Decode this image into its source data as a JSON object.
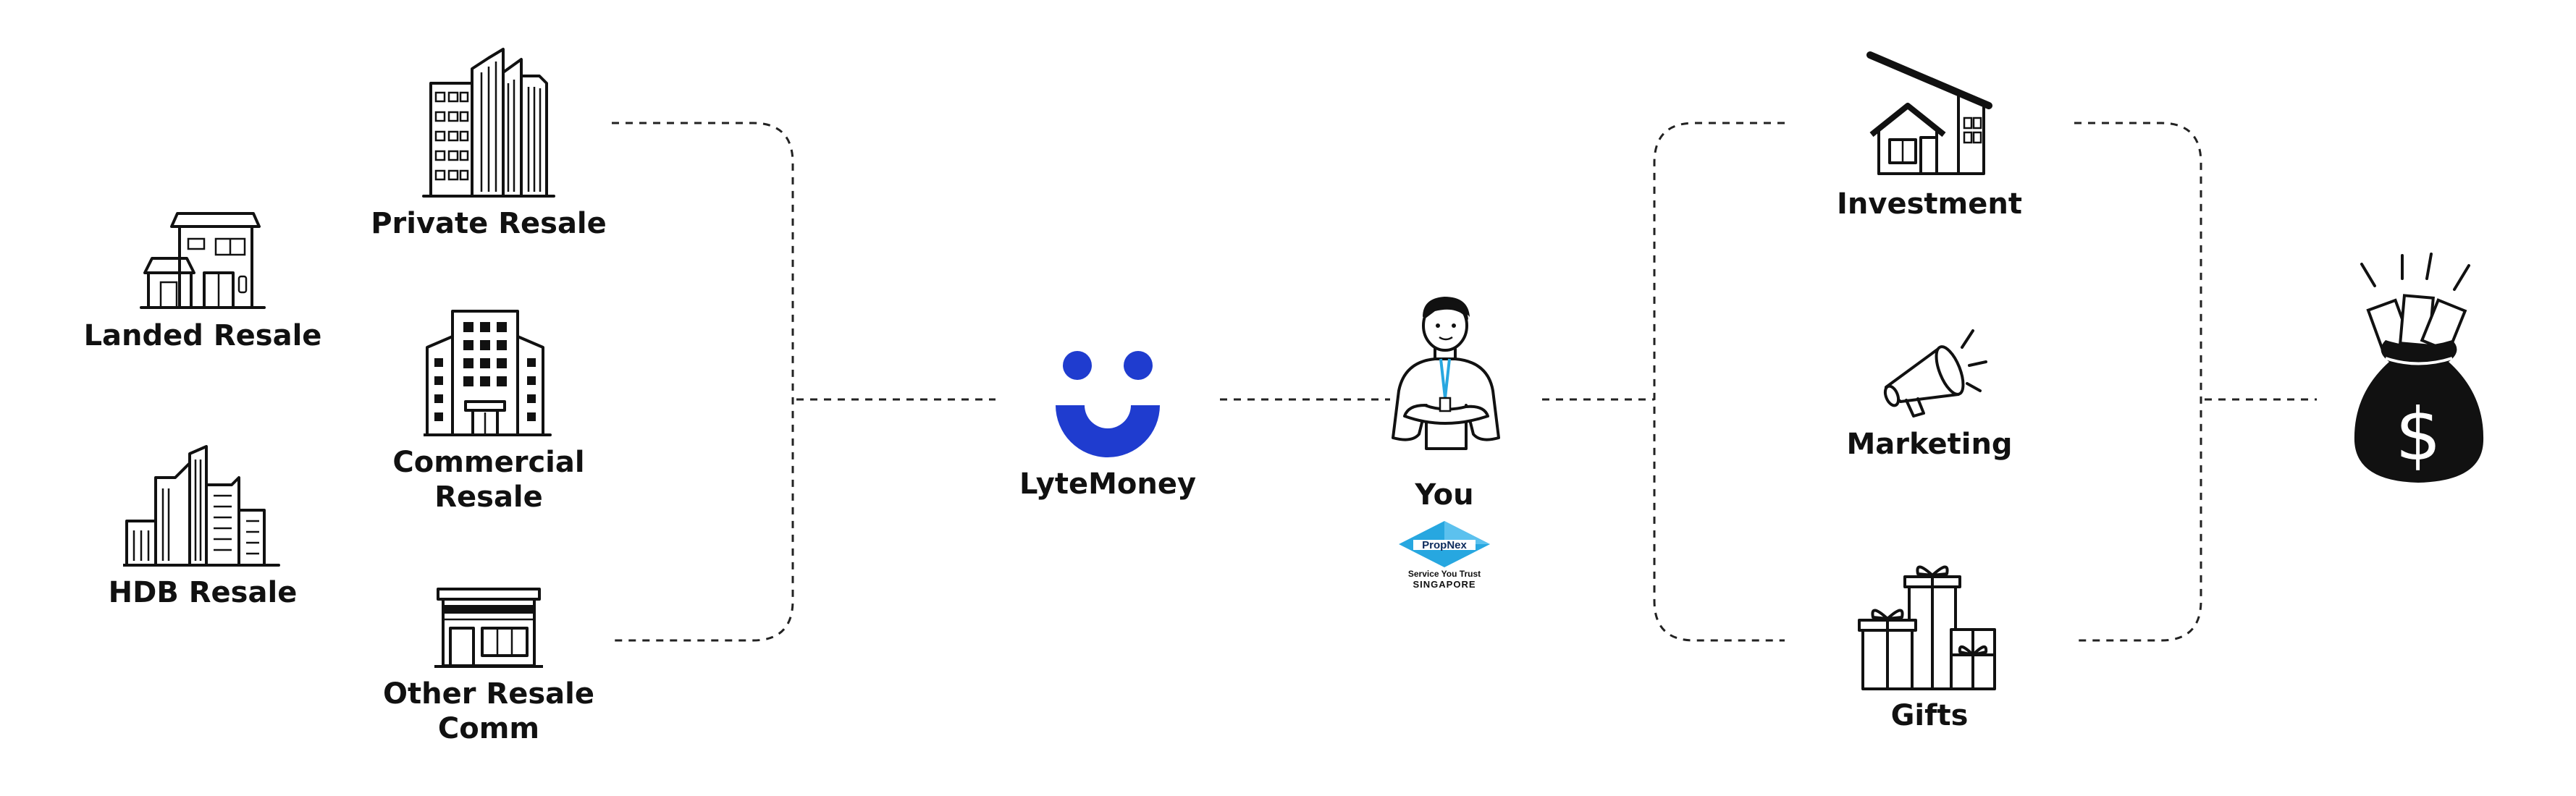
{
  "sources": [
    {
      "id": "landed",
      "label": "Landed Resale",
      "icon": "landed-house-icon"
    },
    {
      "id": "hdb",
      "label": "HDB Resale",
      "icon": "hdb-flats-icon"
    },
    {
      "id": "private",
      "label": "Private Resale",
      "icon": "private-condo-icon"
    },
    {
      "id": "commercial",
      "label": "Commercial\nResale",
      "icon": "office-building-icon"
    },
    {
      "id": "other",
      "label": "Other Resale\nComm",
      "icon": "shopfront-icon"
    }
  ],
  "hub": {
    "label": "LyteMoney",
    "icon": "lytemoney-smile-logo",
    "brand_color": "#1f3ccf"
  },
  "agent": {
    "label": "You",
    "icon": "agent-person-icon",
    "badge": {
      "name": "PropNex",
      "tagline": "Service You Trust",
      "region": "SINGAPORE",
      "color": "#27a7e0"
    }
  },
  "uses": [
    {
      "id": "investment",
      "label": "Investment",
      "icon": "house-investment-icon"
    },
    {
      "id": "marketing",
      "label": "Marketing",
      "icon": "megaphone-icon"
    },
    {
      "id": "gifts",
      "label": "Gifts",
      "icon": "gift-boxes-icon"
    }
  ],
  "result": {
    "icon": "money-bag-icon",
    "symbol": "$"
  }
}
